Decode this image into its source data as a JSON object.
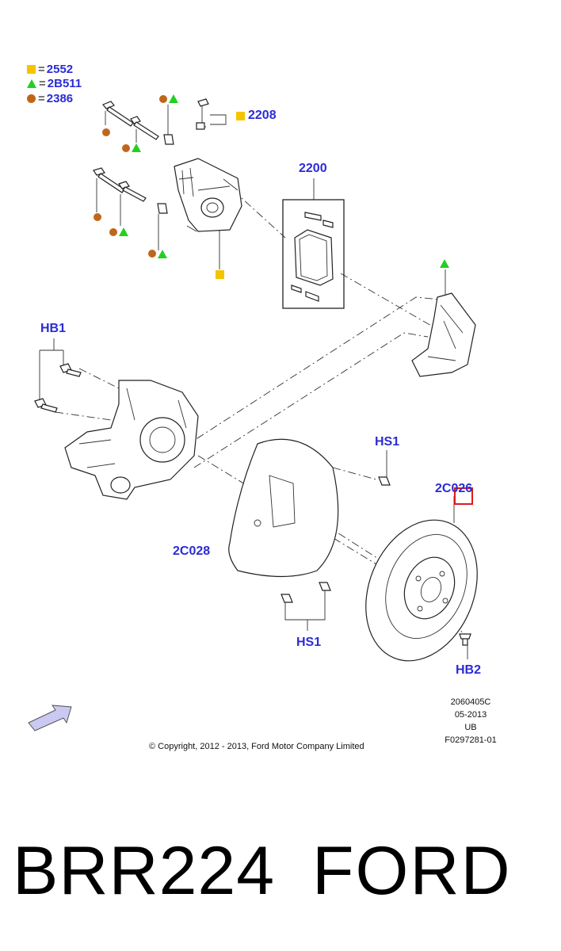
{
  "legend": [
    {
      "symbol": "square",
      "label": "2552",
      "color": "#f5c400"
    },
    {
      "symbol": "triangle",
      "label": "2B511",
      "color": "#22d022"
    },
    {
      "symbol": "circle",
      "label": "2386",
      "color": "#c0661a"
    }
  ],
  "legend_equals": "=",
  "callouts": {
    "c2208": "2208",
    "c2200": "2200",
    "hb1": "HB1",
    "hs1_top": "HS1",
    "c2c026": "2C026",
    "c2c028": "2C028",
    "hs1_bottom": "HS1",
    "hb2": "HB2"
  },
  "meta": {
    "code": "2060405C",
    "date": "05-2013",
    "region": "UB",
    "figure": "F0297281-01"
  },
  "copyright": "© Copyright, 2012 - 2013, Ford Motor Company Limited",
  "banner": {
    "part_number": "BRR224",
    "brand": "FORD"
  },
  "colors": {
    "callout_blue": "#2b2bd6",
    "highlight_red": "#e01818",
    "arrow_fill": "#c9c9f2"
  }
}
